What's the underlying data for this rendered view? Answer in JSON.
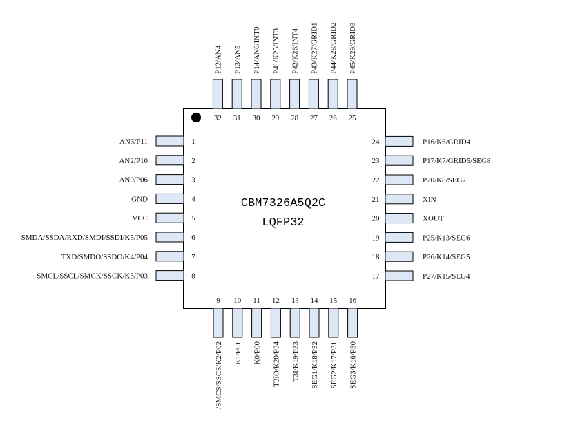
{
  "chip": {
    "part_number": "CBM7326A5Q2C",
    "package": "LQFP32"
  },
  "pins": {
    "left": [
      {
        "number": "1",
        "label": "AN3/P11"
      },
      {
        "number": "2",
        "label": "AN2/P10"
      },
      {
        "number": "3",
        "label": "AN0/P06"
      },
      {
        "number": "4",
        "label": "GND"
      },
      {
        "number": "5",
        "label": "VCC"
      },
      {
        "number": "6",
        "label": "SMDA/SSDA/RXD/SMDI/SSDI/K5/P05"
      },
      {
        "number": "7",
        "label": "TXD/SMDO/SSDO/K4/P04"
      },
      {
        "number": "8",
        "label": "SMCL/SSCL/SMCK/SSCK/K3/P03"
      }
    ],
    "bottom": [
      {
        "number": "9",
        "label": "/SMCS/SSCS/K2/P02"
      },
      {
        "number": "10",
        "label": "K1/P01"
      },
      {
        "number": "11",
        "label": "K0/P00"
      },
      {
        "number": "12",
        "label": "T3IO/K20/P34"
      },
      {
        "number": "13",
        "label": "T3I/K19/P33"
      },
      {
        "number": "14",
        "label": "SEG1/K18/P32"
      },
      {
        "number": "15",
        "label": "SEG2/K17/P31"
      },
      {
        "number": "16",
        "label": "SEG3/K16/P30"
      }
    ],
    "right": [
      {
        "number": "17",
        "label": "P27/K15/SEG4"
      },
      {
        "number": "18",
        "label": "P26/K14/SEG5"
      },
      {
        "number": "19",
        "label": "P25/K13/SEG6"
      },
      {
        "number": "20",
        "label": "XOUT"
      },
      {
        "number": "21",
        "label": "XIN"
      },
      {
        "number": "22",
        "label": "P20/K8/SEG7"
      },
      {
        "number": "23",
        "label": "P17/K7/GRID5/SEG8"
      },
      {
        "number": "24",
        "label": "P16/K6/GRID4"
      }
    ],
    "top": [
      {
        "number": "25",
        "label": "P45/K29/GRID3"
      },
      {
        "number": "26",
        "label": "P44/K28/GRID2"
      },
      {
        "number": "27",
        "label": "P43/K27/GRID1"
      },
      {
        "number": "28",
        "label": "P42/K26/INT4"
      },
      {
        "number": "29",
        "label": "P41/K25/INT3"
      },
      {
        "number": "30",
        "label": "P14/AN6/INT0"
      },
      {
        "number": "31",
        "label": "P13/AN5"
      },
      {
        "number": "32",
        "label": "P12/AN4"
      }
    ]
  }
}
